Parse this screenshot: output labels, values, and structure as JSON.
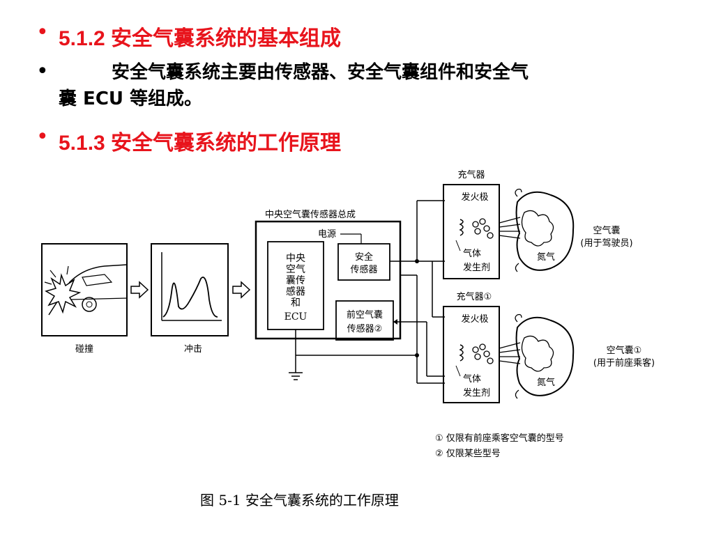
{
  "heading1": {
    "bullet": "•",
    "text": "5.1.2  安全气囊系统的基本组成"
  },
  "paragraph": {
    "bullet": "•",
    "line1": "安全气囊系统主要由传感器、安全气囊组件和安全气",
    "line2": "囊 ECU 等组成。"
  },
  "heading2": {
    "bullet": "•",
    "text": "5.1.3  安全气囊系统的工作原理"
  },
  "colors": {
    "heading": "#e8141c",
    "text": "#000000"
  },
  "diagram": {
    "collision_label": "碰撞",
    "impact_label": "冲击",
    "central_assembly_label": "中央空气囊传感器总成",
    "power_label": "电源",
    "central_ecu_label": [
      "中央",
      "空气",
      "囊传",
      "感器",
      "和",
      "ECU"
    ],
    "safety_sensor_label": [
      "安全",
      "传感器"
    ],
    "front_sensor_label": [
      "前空气囊",
      "传感器②"
    ],
    "inflator_top_label": "充气器",
    "inflator_bottom_label": "充气器①",
    "igniter_label": "发火极",
    "gas_generator_label": [
      "气体",
      "发生剂"
    ],
    "nitrogen_label": "氮气",
    "airbag_driver_label": [
      "空气囊",
      "(用于驾驶员)"
    ],
    "airbag_passenger_label": [
      "空气囊①",
      "(用于前座乘客)"
    ],
    "note1": "① 仅限有前座乘客空气囊的型号",
    "note2": "② 仅限某些型号"
  },
  "caption": "图 5-1   安全气囊系统的工作原理"
}
